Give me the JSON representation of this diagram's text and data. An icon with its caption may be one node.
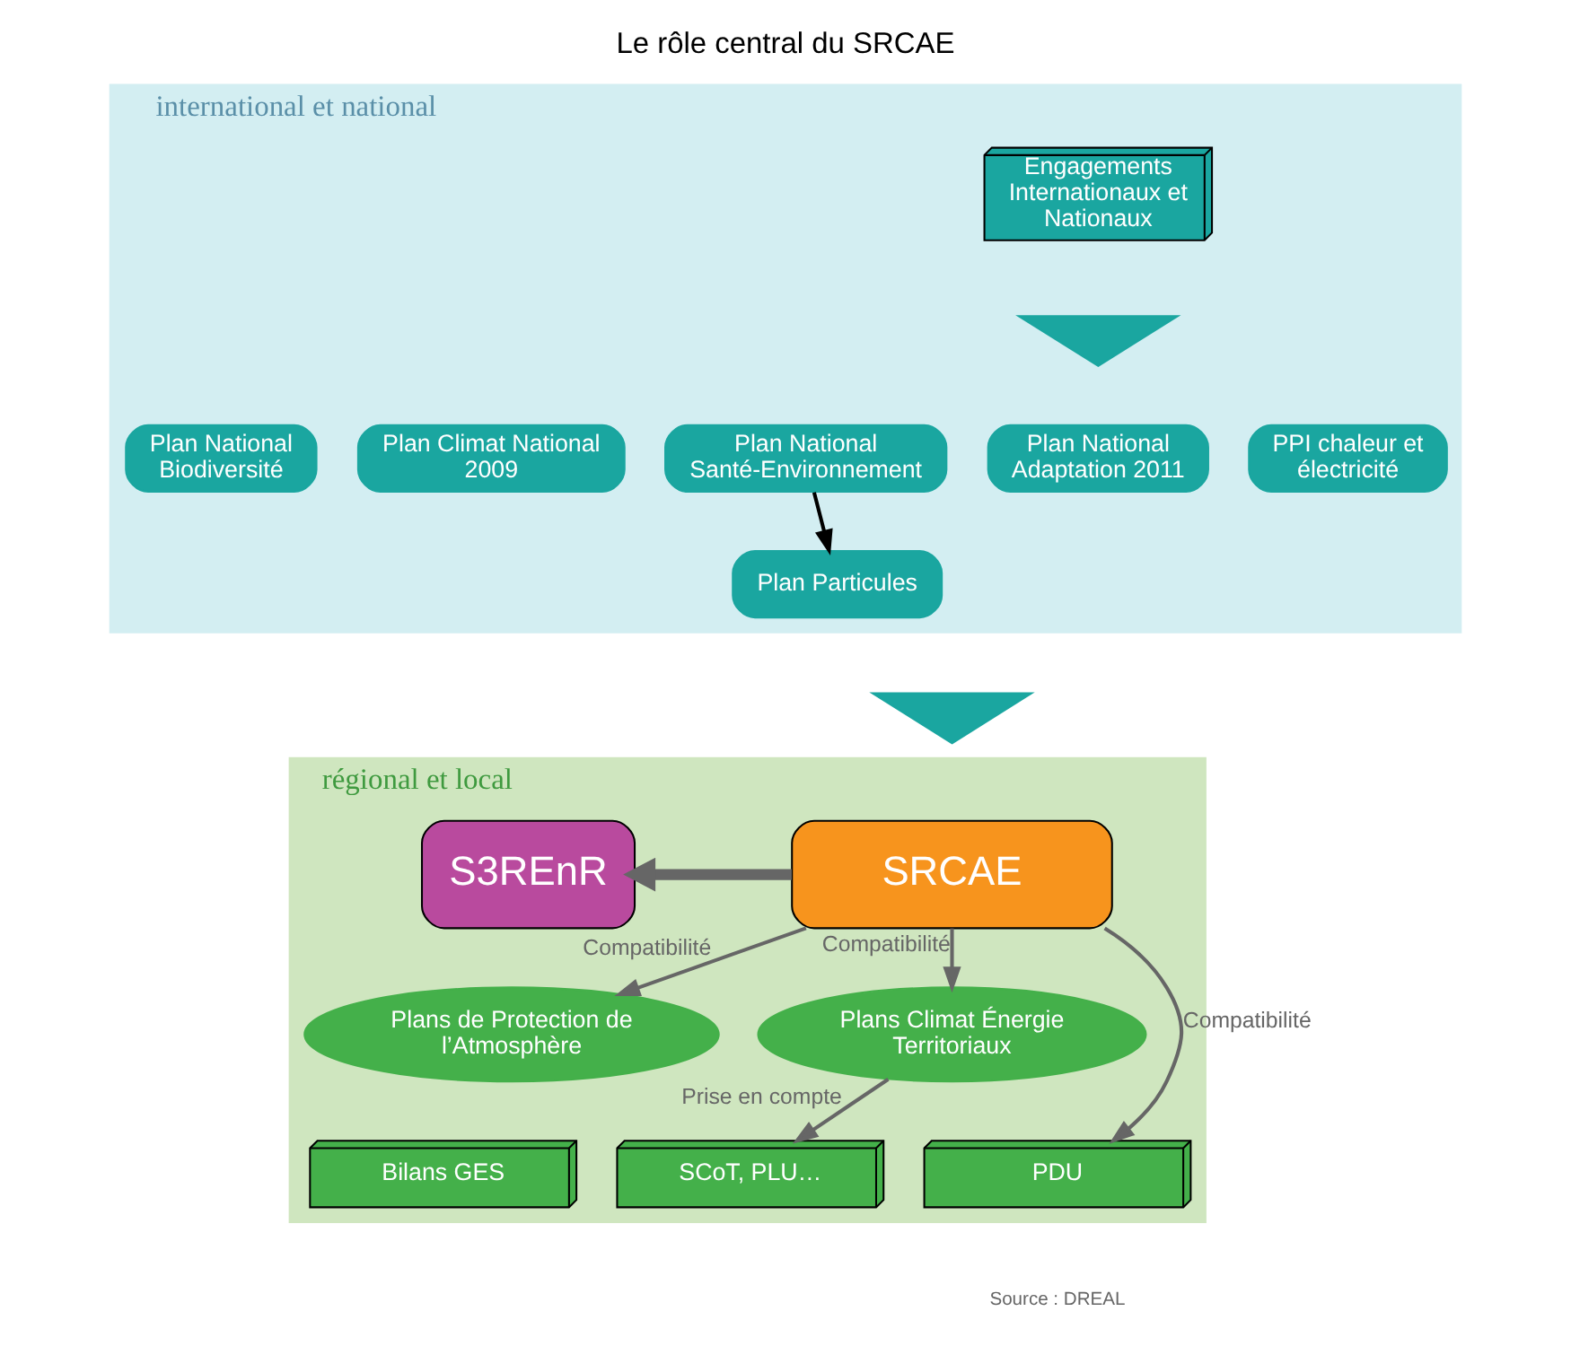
{
  "diagram": {
    "title": "Le rôle central du SRCAE",
    "nodes": [
      {
        "text": [
          "international et national"
        ]
      },
      {
        "text": [
          "Engagements Internationaux et Nationaux"
        ],
        "in": 0
      },
      {
        "text": [],
        "shape": "triangle",
        "in": 0
      },
      {
        "text": [
          "Plan National Biodiversité"
        ],
        "in": 0
      },
      {
        "text": [
          "Plan Climat National 2009"
        ],
        "in": 0
      },
      {
        "text": [
          "Plan National Adaptation 2011"
        ],
        "in": 0
      },
      {
        "text": [
          "PPI chaleur et électricité"
        ],
        "in": 0
      },
      {
        "text": [
          "Plan National Santé-Environnement"
        ],
        "in": 0
      },
      {
        "text": [
          "Plan Particules"
        ],
        "in": 0
      },
      {
        "text": [],
        "shape": "triangle"
      },
      {
        "text": [
          "régional et local"
        ]
      },
      {
        "text": [
          "SRCAE"
        ],
        "in": 10
      },
      {
        "text": [
          "S3REnR"
        ],
        "in": 10
      },
      {
        "text": [
          "Plans de Protection de l’Atmosphère"
        ],
        "in": 10
      },
      {
        "text": [
          "Plans Climat Énergie Territoriaux"
        ],
        "in": 10
      },
      {
        "text": [
          "Bilans GES"
        ],
        "in": 10
      },
      {
        "text": [
          "SCoT, PLU…"
        ],
        "in": 10
      },
      {
        "text": [
          "PDU"
        ],
        "in": 10
      }
    ],
    "edges": [
      {
        "from": 7,
        "to": 8,
        "arrow": "to",
        "color": "#000000"
      },
      {
        "from": 11,
        "to": 12,
        "arrow": "to",
        "style": "thick"
      },
      {
        "from": 11,
        "to": 13,
        "arrow": "to",
        "label": "Compatibilité"
      },
      {
        "from": 11,
        "to": 14,
        "arrow": "to",
        "label": "Compatibilité"
      },
      {
        "from": 11,
        "to": 17,
        "arrow": "to",
        "label": "Compatibilité"
      },
      {
        "from": 14,
        "to": 16,
        "arrow": "to",
        "label": "Prise en compte"
      }
    ],
    "labels": [
      "Source : DREAL"
    ]
  }
}
